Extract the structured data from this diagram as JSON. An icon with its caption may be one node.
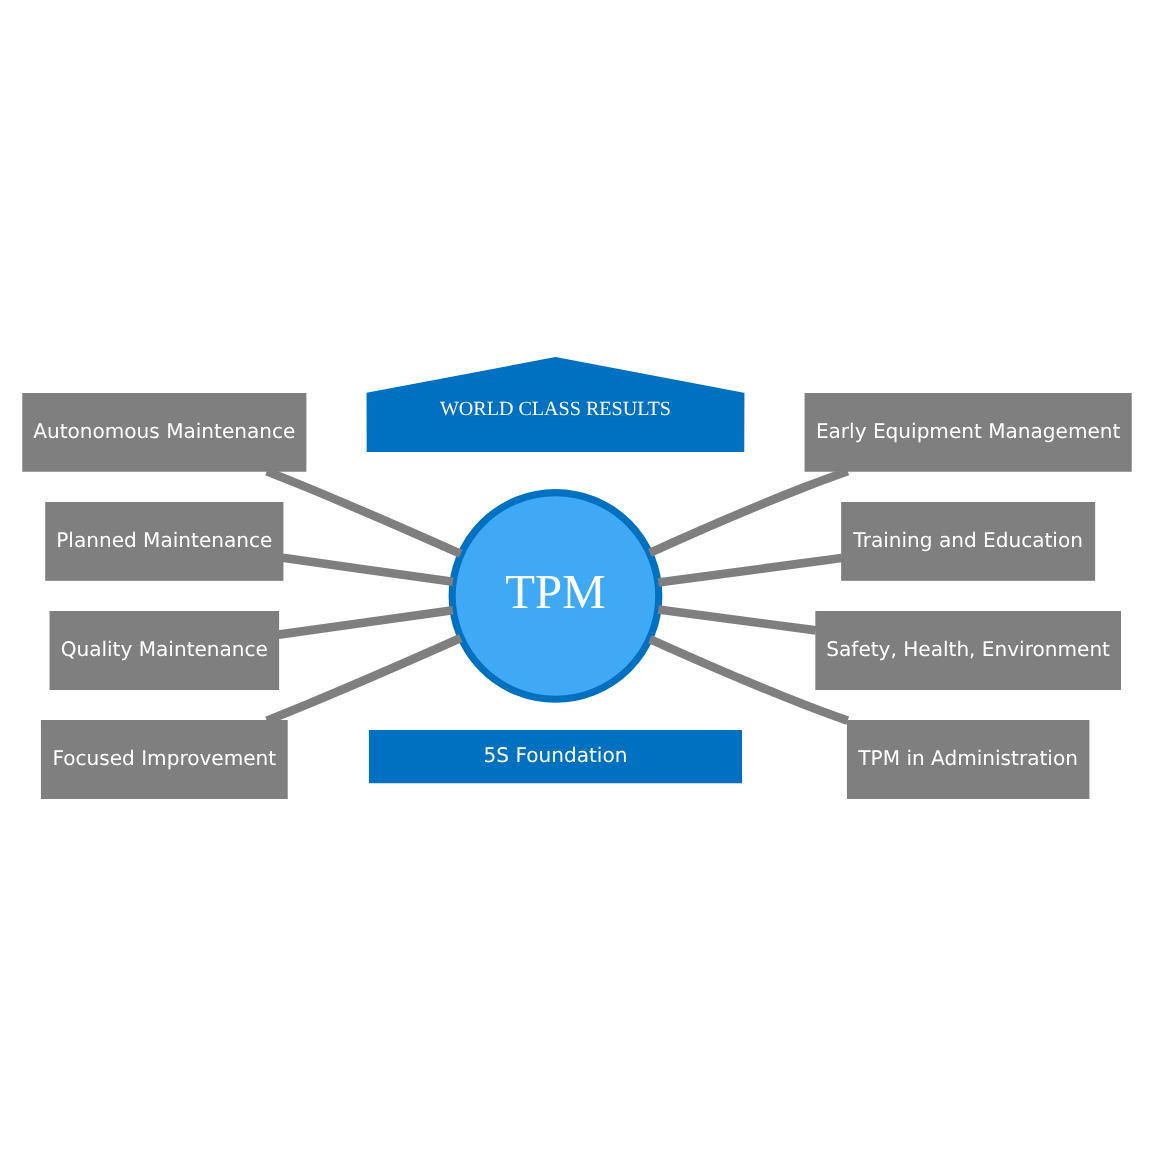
{
  "diagram": {
    "nodes": [
      {
        "text": [
          "WORLD CLASS RESULTS"
        ]
      },
      {
        "text": [
          "Autonomous Maintenance"
        ]
      },
      {
        "text": [
          "Planned Maintenance"
        ]
      },
      {
        "text": [
          "Quality Maintenance"
        ]
      },
      {
        "text": [
          "Focused Improvement"
        ]
      },
      {
        "text": [
          "TPM"
        ]
      },
      {
        "text": [
          "Early Equipment Management"
        ]
      },
      {
        "text": [
          "Training and Education"
        ]
      },
      {
        "text": [
          "Safety, Health, Environment"
        ]
      },
      {
        "text": [
          "TPM in Administration"
        ]
      },
      {
        "text": [
          "5S Foundation"
        ]
      }
    ],
    "edges": [
      {
        "from": 1,
        "to": 5,
        "arrow": "none"
      },
      {
        "from": 2,
        "to": 5,
        "arrow": "none"
      },
      {
        "from": 3,
        "to": 5,
        "arrow": "none"
      },
      {
        "from": 4,
        "to": 5,
        "arrow": "none"
      },
      {
        "from": 5,
        "to": 6,
        "arrow": "none"
      },
      {
        "from": 5,
        "to": 7,
        "arrow": "none"
      },
      {
        "from": 5,
        "to": 8,
        "arrow": "none"
      },
      {
        "from": 5,
        "to": 9,
        "arrow": "none"
      }
    ]
  }
}
